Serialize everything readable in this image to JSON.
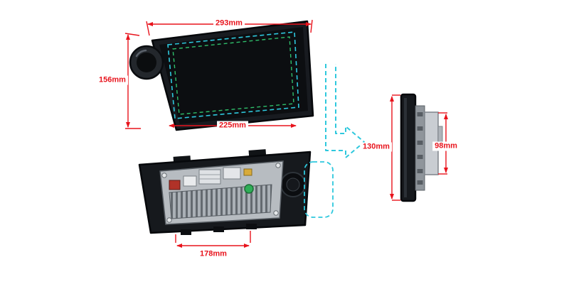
{
  "diagram": {
    "front_view": {
      "width": "293mm",
      "height": "156mm",
      "screen_width": "225mm"
    },
    "rear_view": {
      "width": "178mm"
    },
    "side_view": {
      "overall_height": "130mm",
      "chassis_height": "98mm"
    }
  },
  "colors": {
    "dimension_red": "#e8131c",
    "highlight_cyan": "#2ec8dd",
    "screen_green": "#2fbf6b",
    "unit_body": "#16191d",
    "chassis_gray": "#b7bcc1"
  }
}
